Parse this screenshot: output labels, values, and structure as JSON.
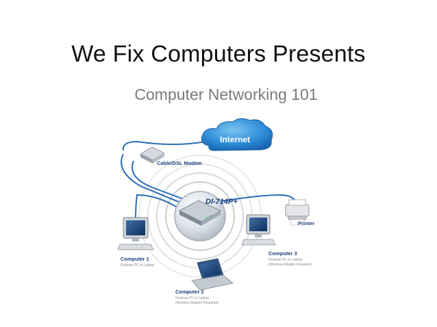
{
  "slide": {
    "title": "We Fix Computers Presents",
    "subtitle": "Computer Networking 101"
  },
  "diagram": {
    "internet_label": "Internet",
    "modem_label": "Cable/DSL Modem",
    "router_label": "DI-714P+",
    "printer_label": "Printer",
    "computer1": {
      "name": "Computer 1",
      "desc": "Desktop PC or Laptop"
    },
    "computer2": {
      "name": "Computer 2",
      "desc_line1": "Desktop PC or Laptop",
      "desc_line2": "(Wireless Adapter Required)"
    },
    "computer3": {
      "name": "Computer 3",
      "desc_line1": "Desktop PC or Laptop",
      "desc_line2": "(Wireless Adapter Required)"
    }
  },
  "colors": {
    "cable": "#2a6cb8",
    "cloud": "#2f8fd8",
    "label": "#1b3f7a",
    "subtext": "#8a8a8a"
  }
}
